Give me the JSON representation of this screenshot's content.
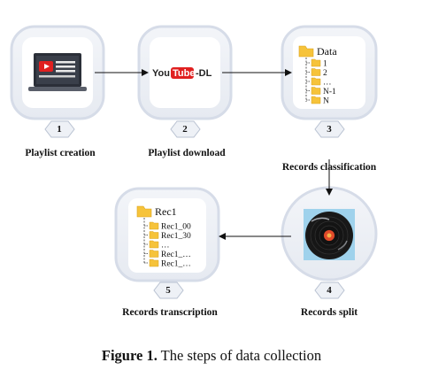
{
  "steps": [
    {
      "number": "1",
      "label": "Playlist creation"
    },
    {
      "number": "2",
      "label": "Playlist download"
    },
    {
      "number": "3",
      "label": "Records classification"
    },
    {
      "number": "4",
      "label": "Records split"
    },
    {
      "number": "5",
      "label": "Records transcription"
    }
  ],
  "youtube_dl": {
    "you": "You",
    "tube": "Tube",
    "dl": "-DL"
  },
  "data_tree": {
    "root": "Data",
    "items": [
      "1",
      "2",
      "…",
      "N-1",
      "N"
    ]
  },
  "rec_tree": {
    "root": "Rec1",
    "items": [
      "Rec1_00",
      "Rec1_30",
      "…",
      "Rec1_…",
      "Rec1_…"
    ]
  },
  "caption": {
    "label": "Figure 1.",
    "text": "The steps of data collection"
  },
  "colors": {
    "youtube_red": "#e02020",
    "folder": "#f6c33a",
    "card_border": "#d8deea",
    "arrow": "#111111"
  }
}
